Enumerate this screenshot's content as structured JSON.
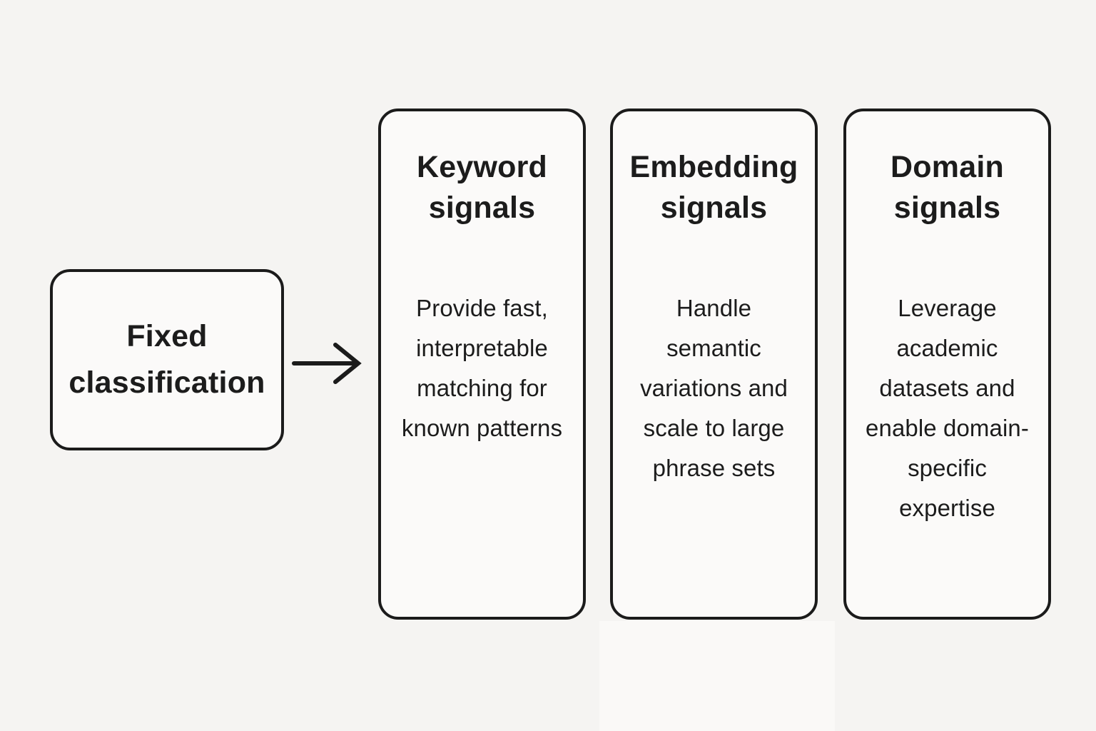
{
  "colors": {
    "background": "#f5f4f2",
    "node_fill": "#fbfaf9",
    "border": "#1b1b1b",
    "text": "#1c1c1c"
  },
  "source": {
    "label": "Fixed classification"
  },
  "arrow": {
    "direction": "right"
  },
  "cards": [
    {
      "title": "Keyword signals",
      "body": "Provide fast, interpretable matching for known patterns"
    },
    {
      "title": "Embedding signals",
      "body": "Handle semantic variations and scale to large phrase sets"
    },
    {
      "title": "Domain signals",
      "body": "Leverage academic datasets and enable domain-specific expertise"
    }
  ]
}
